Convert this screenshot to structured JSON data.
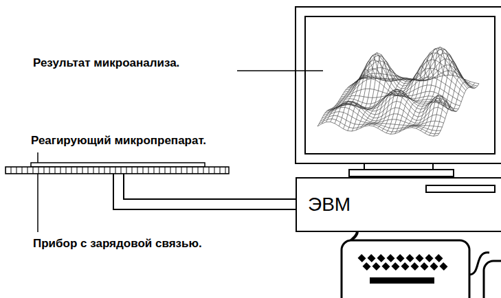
{
  "diagram": {
    "nodes": [
      {
        "text": [
          "ЭВМ"
        ]
      }
    ],
    "labels": [
      "Результат микроанализа.",
      "Реагирующий микропрепарат.",
      "Прибор с зарядовой связью."
    ]
  }
}
